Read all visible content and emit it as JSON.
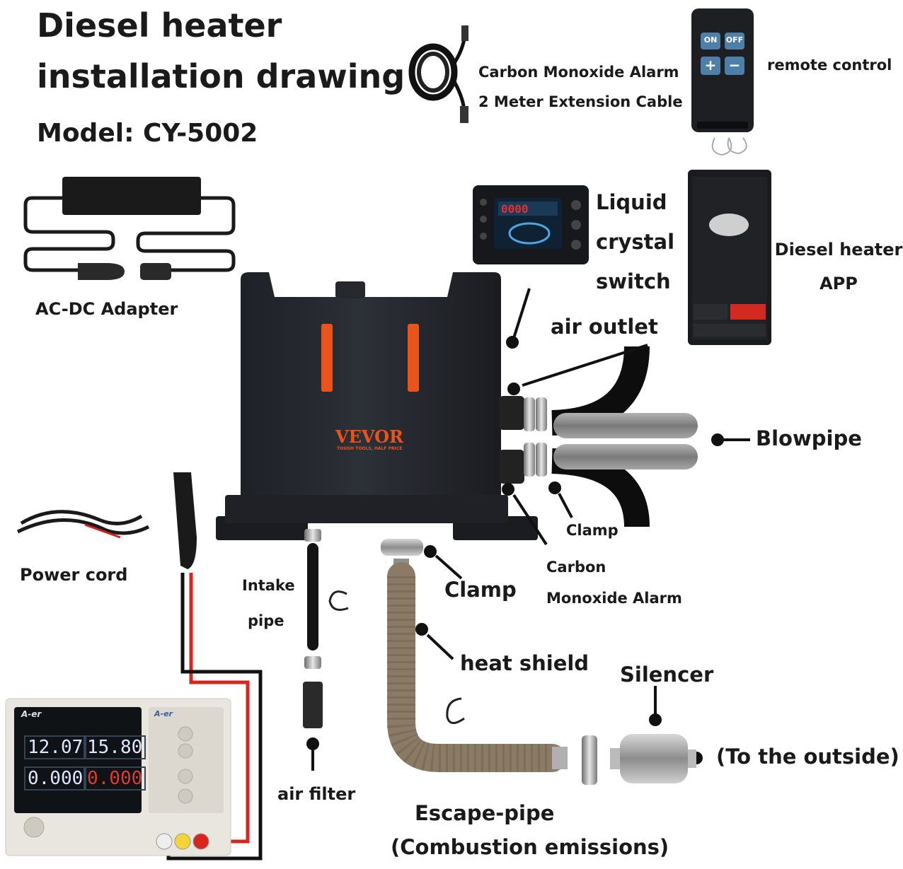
{
  "title": {
    "line1": "Diesel heater",
    "line2": "installation drawing",
    "model": "Model: CY-5002"
  },
  "labels": {
    "co_cable_line1": "Carbon Monoxide Alarm",
    "co_cable_line2": "2 Meter Extension Cable",
    "remote_control": "remote control",
    "ac_dc_adapter": "AC-DC Adapter",
    "lcd_line1": "Liquid",
    "lcd_line2": "crystal",
    "lcd_line3": "switch",
    "app_line1": "Diesel heater",
    "app_line2": "APP",
    "air_outlet": "air outlet",
    "blowpipe": "Blowpipe",
    "clamp_right": "Clamp",
    "co_alarm_line1": "Carbon",
    "co_alarm_line2": "Monoxide Alarm",
    "power_cord": "Power cord",
    "intake_line1": "Intake",
    "intake_line2": "pipe",
    "clamp_center": "Clamp",
    "heat_shield": "heat shield",
    "silencer": "Silencer",
    "to_outside": "(To the outside)",
    "air_filter": "air filter",
    "escape_line1": "Escape-pipe",
    "escape_line2": "(Combustion emissions)"
  },
  "heater": {
    "brand": "VEVOR",
    "brand_sub": "TOUGH TOOLS, HALF PRICE"
  },
  "remote": {
    "btn_on": "ON",
    "btn_off": "OFF",
    "btn_plus": "+",
    "btn_minus": "−"
  },
  "lcd_panel": {
    "display": "0000"
  },
  "power_supply": {
    "brand": "A-er",
    "brand2": "A-er",
    "v_set": "12.07",
    "i_set": "15.80",
    "v_out": "0.000",
    "i_out": "0.000"
  },
  "colors": {
    "heater_body": "#22252b",
    "accent_orange": "#e8541c",
    "hose_black": "#111111",
    "hose_grey": "#8a8a8a",
    "heat_shield": "#8b7a66",
    "wire_red": "#d8261f"
  }
}
